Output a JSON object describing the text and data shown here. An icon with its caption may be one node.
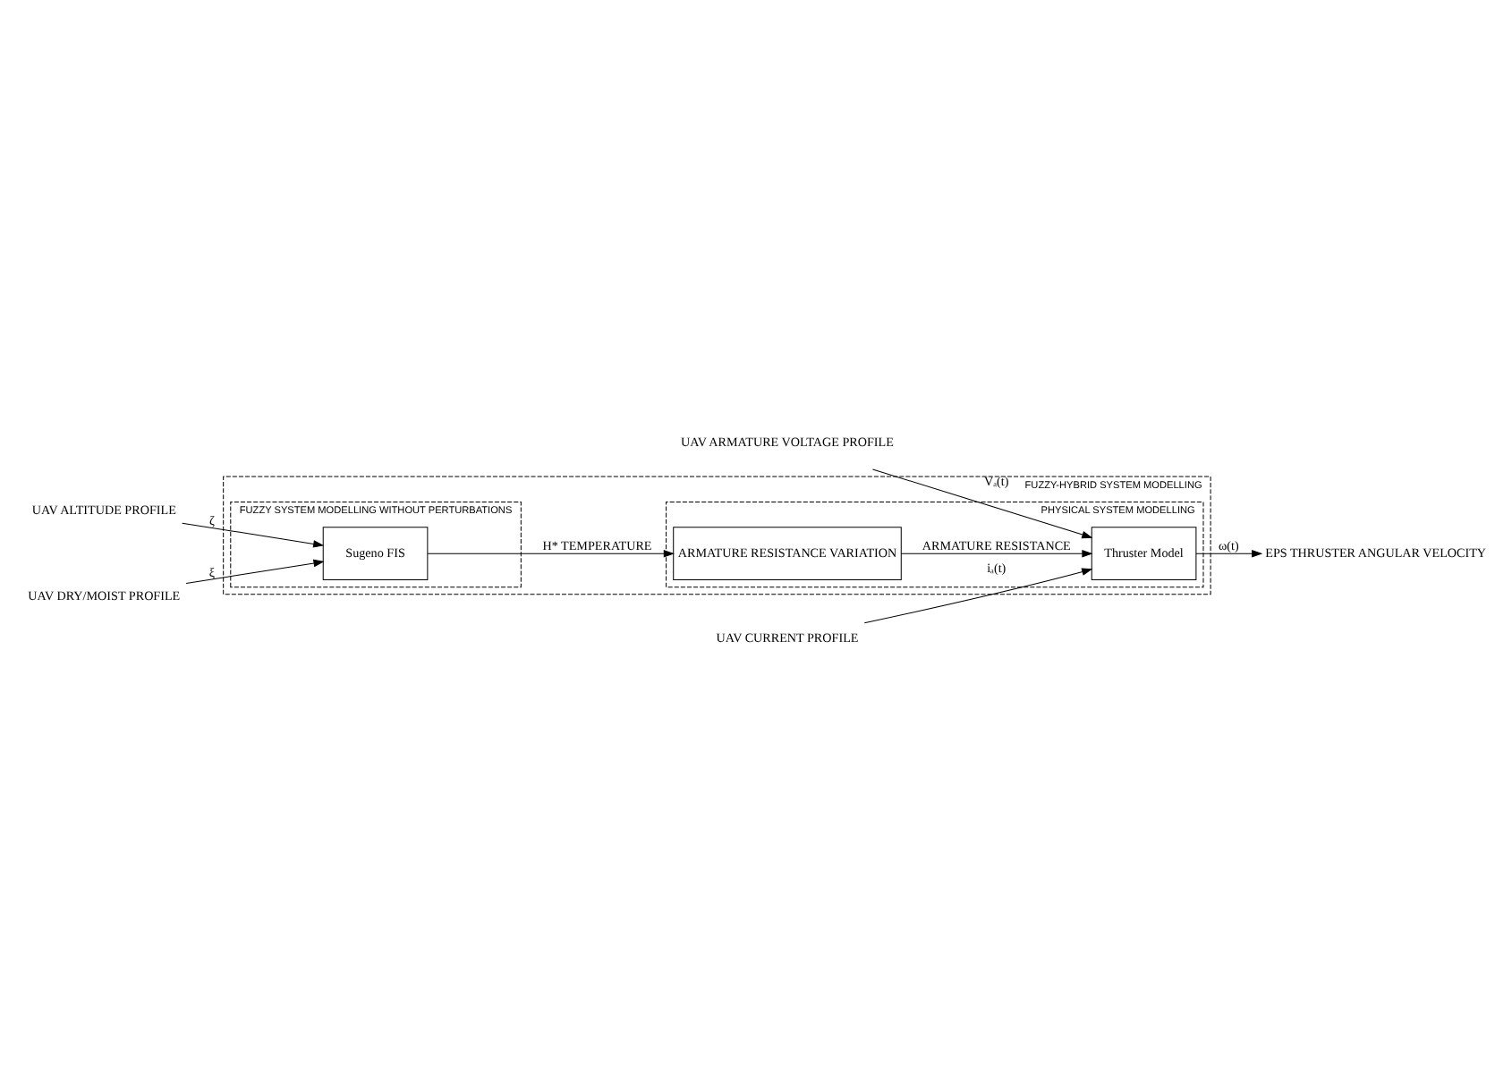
{
  "diagram": {
    "nodes": [
      {
        "text": [
          "FUZZY-HYBRID SYSTEM MODELLING"
        ]
      },
      {
        "text": [
          "FUZZY SYSTEM MODELLING WITHOUT PERTURBATIONS"
        ],
        "in": 0
      },
      {
        "text": [
          "Sugeno FIS"
        ],
        "in": 1
      },
      {
        "text": [
          "PHYSICAL SYSTEM MODELLING"
        ],
        "in": 0
      },
      {
        "text": [
          "ARMATURE RESISTANCE VARIATION"
        ],
        "in": 3
      },
      {
        "text": [
          "Thruster Model"
        ],
        "in": 3
      },
      {
        "text": [
          "UAV ALTITUDE PROFILE"
        ]
      },
      {
        "text": [
          "UAV DRY/MOIST PROFILE"
        ]
      },
      {
        "text": [
          "UAV ARMATURE VOLTAGE PROFILE"
        ]
      },
      {
        "text": [
          "UAV CURRENT PROFILE"
        ]
      },
      {
        "text": [
          "EPS THRUSTER ANGULAR VELOCITY"
        ]
      }
    ],
    "edges": [
      {
        "from": 6,
        "to": 2,
        "arrow": "to",
        "label": "ζ"
      },
      {
        "from": 7,
        "to": 2,
        "arrow": "to",
        "label": "ξ"
      },
      {
        "from": 2,
        "to": 4,
        "arrow": "to",
        "label": "H* TEMPERATURE"
      },
      {
        "from": 4,
        "to": 5,
        "arrow": "to",
        "label": "ARMATURE RESISTANCE"
      },
      {
        "from": 8,
        "to": 5,
        "arrow": "to",
        "label": "Vₐ(t)"
      },
      {
        "from": 9,
        "to": 5,
        "arrow": "to",
        "label": "iₐ(t)"
      },
      {
        "from": 5,
        "to": 10,
        "arrow": "to",
        "label": "ω(t)"
      }
    ]
  }
}
